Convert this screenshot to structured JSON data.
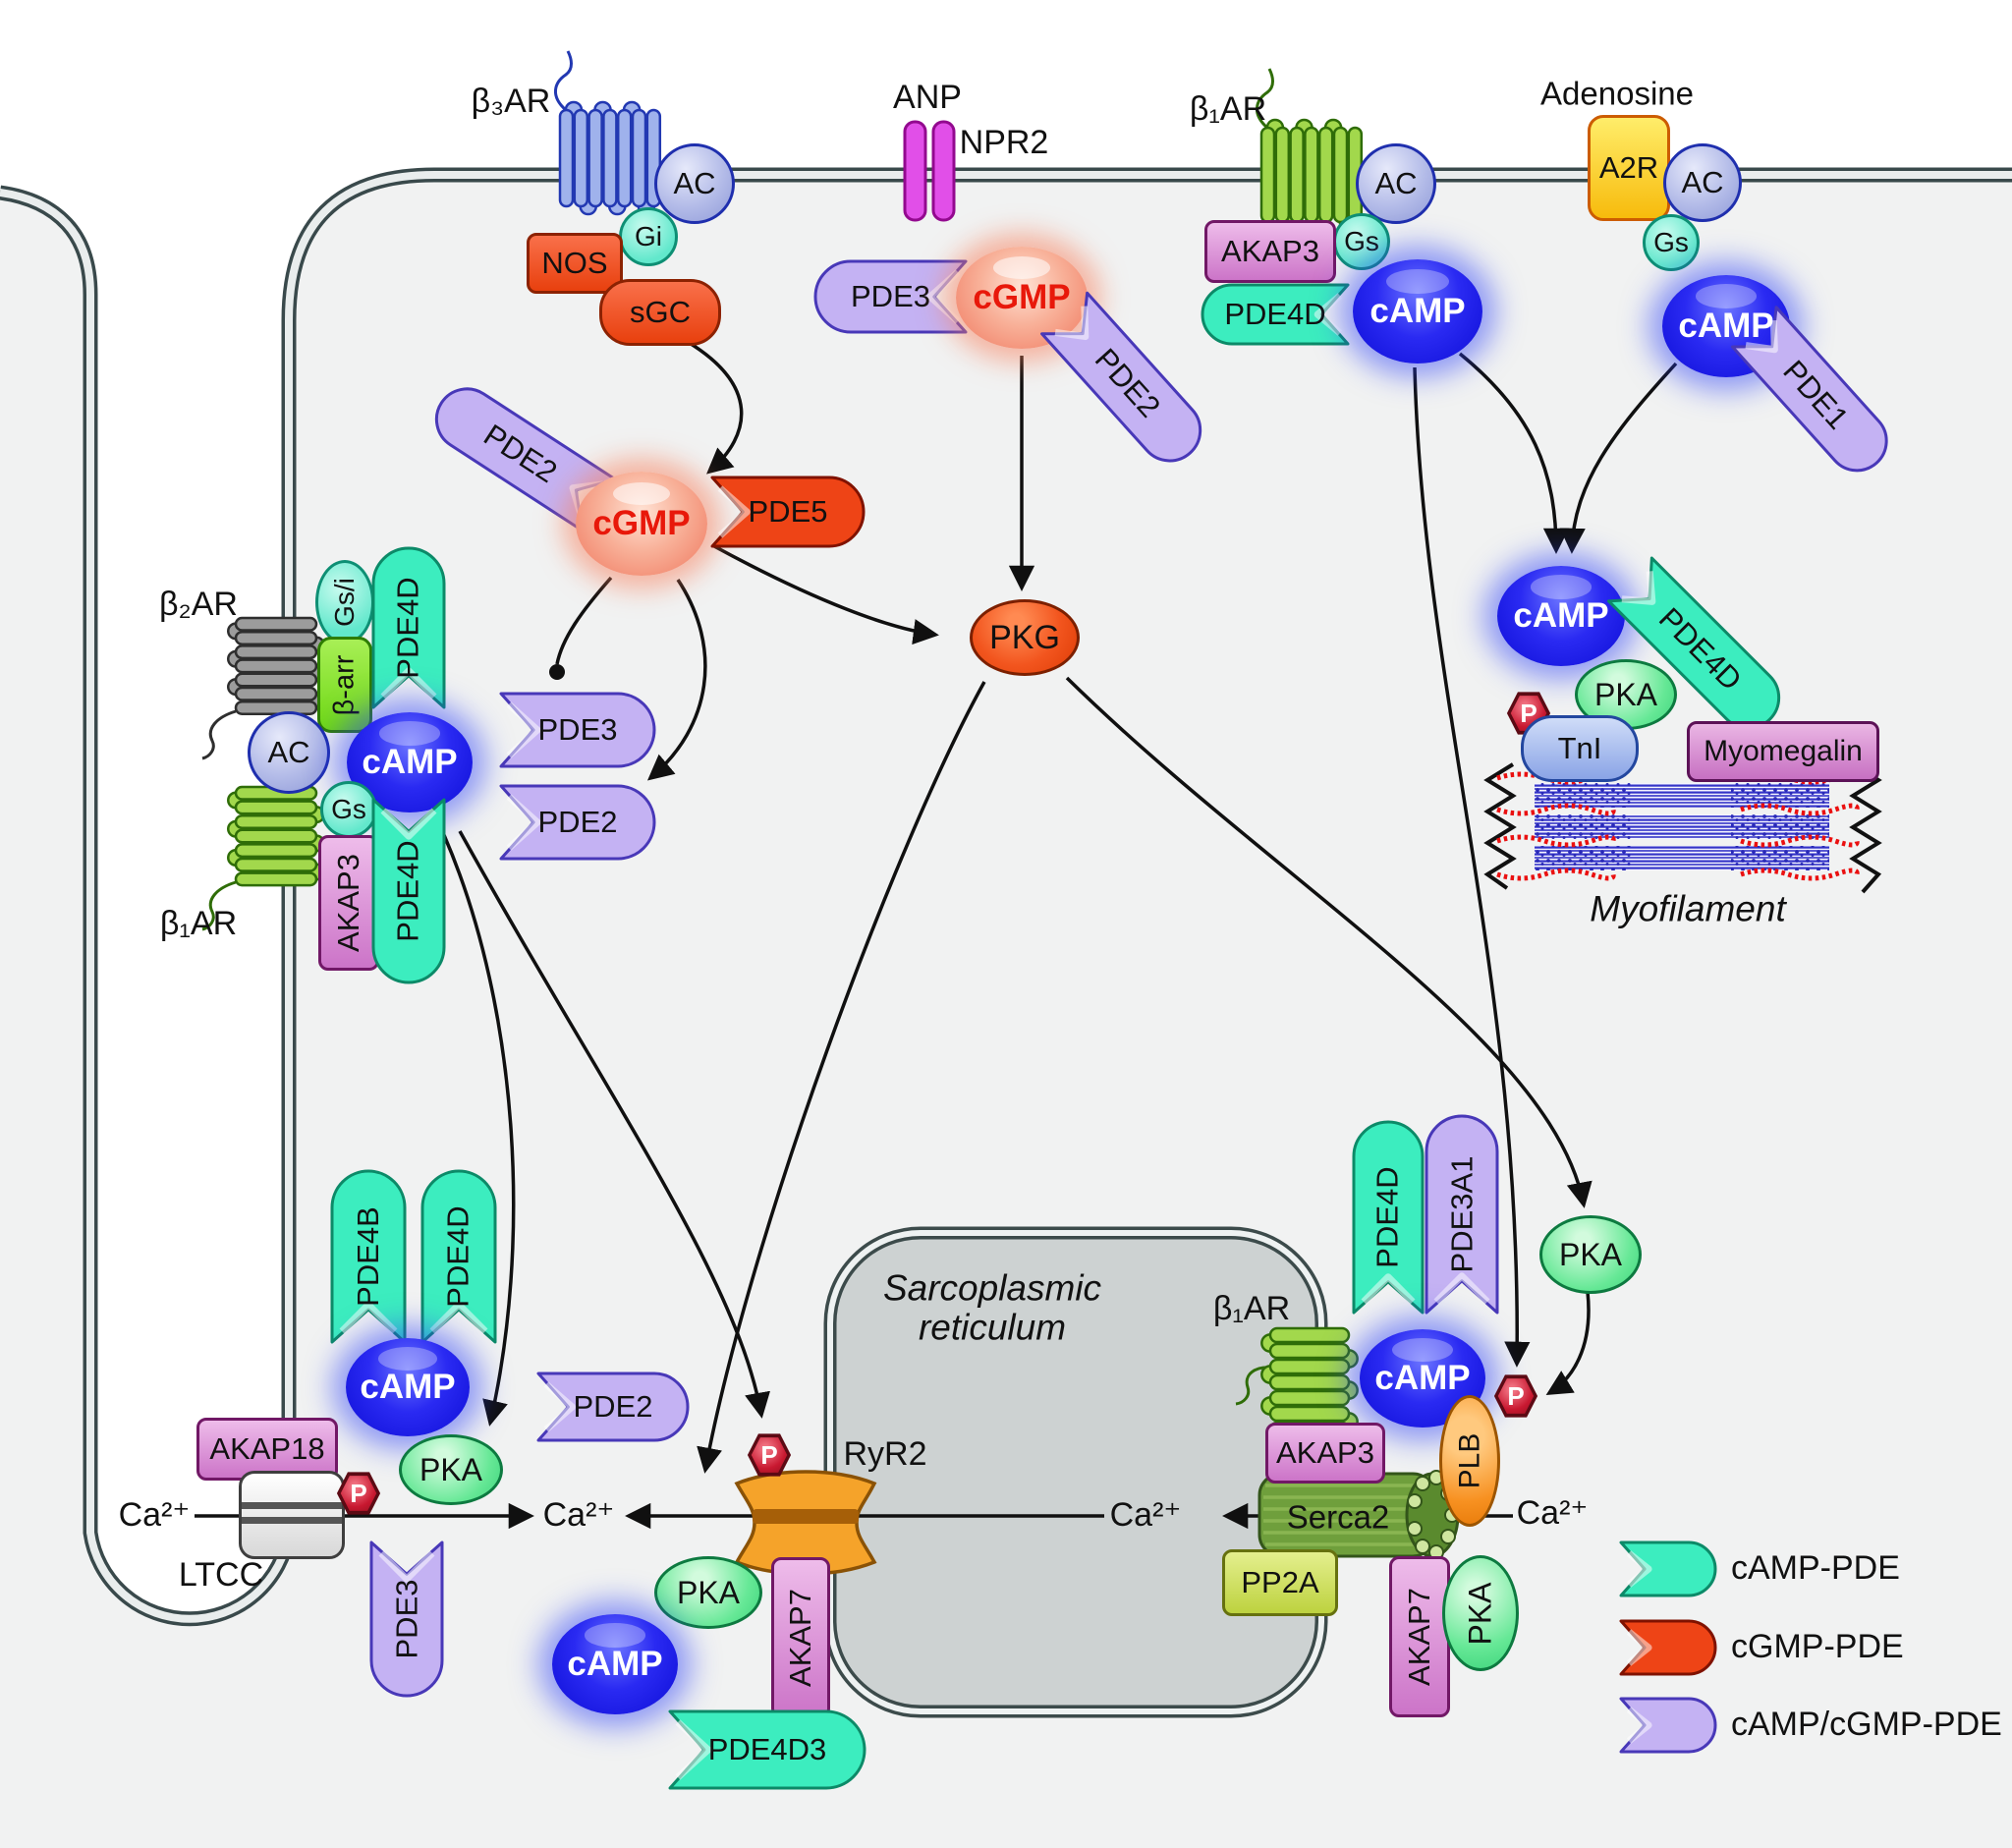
{
  "labels": {
    "b3ar": "β₃AR",
    "b2ar": "β₂AR",
    "b1ar": "β₁AR",
    "ac": "AC",
    "gi": "Gi",
    "gs": "Gs",
    "gsi": "Gs/i",
    "barr": "β-arr",
    "nos": "NOS",
    "sgc": "sGC",
    "anp": "ANP",
    "npr2": "NPR2",
    "adenosine": "Adenosine",
    "a2r": "A2R",
    "cgmp": "cGMP",
    "camp": "cAMP",
    "pde1": "PDE1",
    "pde2": "PDE2",
    "pde3": "PDE3",
    "pde5": "PDE5",
    "pde4b": "PDE4B",
    "pde4d": "PDE4D",
    "pde4d3": "PDE4D3",
    "pde3a1": "PDE3A1",
    "pkg": "PKG",
    "pka": "PKA",
    "p": "P",
    "akap3": "AKAP3",
    "akap18": "AKAP18",
    "akap7": "AKAP7",
    "tni": "TnI",
    "myomegalin": "Myomegalin",
    "myofilament": "Myofilament",
    "ca": "Ca²⁺",
    "ltcc": "LTCC",
    "ryr2": "RyR2",
    "serca2": "Serca2",
    "plb": "PLB",
    "pp2a": "PP2A",
    "sr_line1": "Sarcoplasmic",
    "sr_line2": "reticulum"
  },
  "legend": {
    "items": [
      {
        "label": "cAMP-PDE",
        "color": "#3cedbf"
      },
      {
        "label": "cGMP-PDE",
        "color": "#ee4416"
      },
      {
        "label": "cAMP/cGMP-PDE",
        "color": "#c4b2f3"
      }
    ]
  },
  "colors": {
    "camp_pde": "#3cedbf",
    "cgmp_pde": "#ee4416",
    "dual_pde": "#c4b2f3",
    "camp_glow": "#2a2af2",
    "cgmp_glow": "#f8b098",
    "membrane": "#39494b",
    "cytoplasm": "#f1f2f2",
    "sr_fill": "#cdd2d2"
  }
}
